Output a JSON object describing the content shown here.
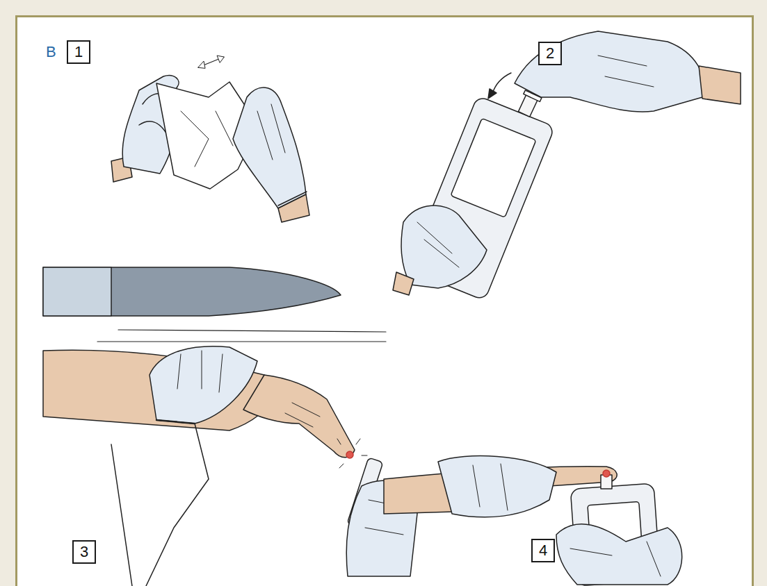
{
  "diagram": {
    "nodes": [
      {
        "text": [
          "1"
        ]
      },
      {
        "text": [
          "2"
        ]
      },
      {
        "text": [
          "3"
        ]
      },
      {
        "text": [
          "4"
        ]
      }
    ],
    "labels": [
      "B"
    ]
  }
}
